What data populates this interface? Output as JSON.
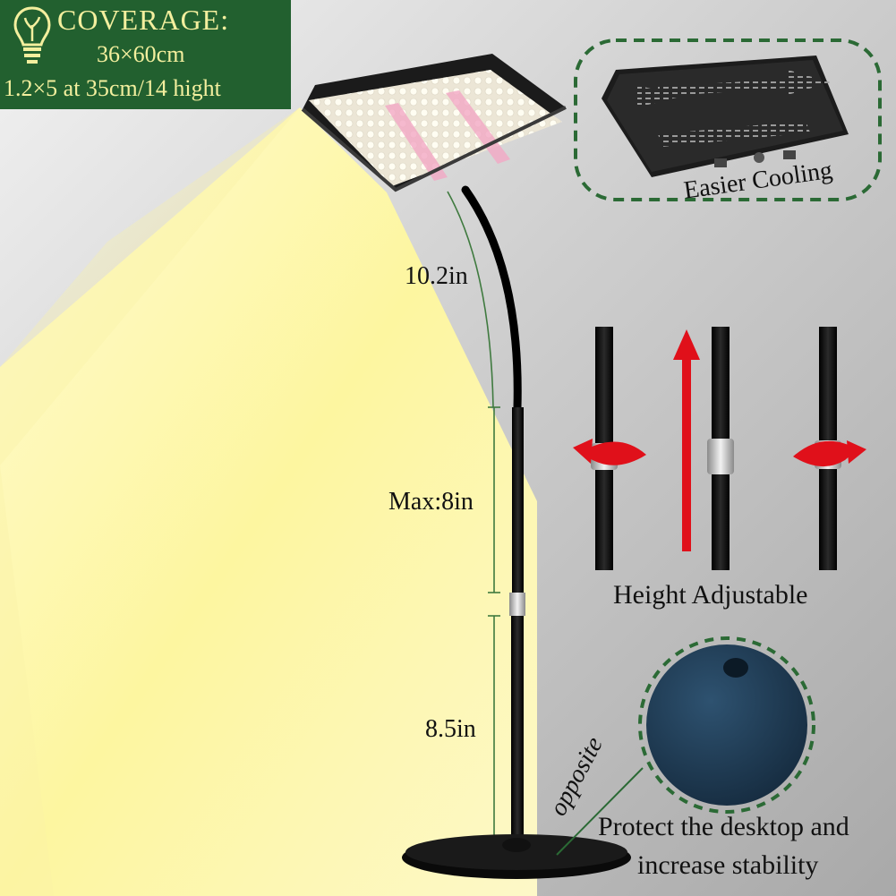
{
  "coverage": {
    "title": "COVERAGE:",
    "size": "36×60cm",
    "height": "1.2×5 at 35cm/14 hight"
  },
  "measurements": {
    "gooseneck": "10.2in",
    "middle_pole": "Max:8in",
    "lower_pole": "8.5in"
  },
  "features": {
    "cooling": "Easier Cooling",
    "height": "Height Adjustable",
    "opposite": "opposite",
    "protect_line1": "Protect the desktop and",
    "protect_line2": "increase stability"
  },
  "icons": {
    "bulb": "lightbulb-icon",
    "arrow_up": "arrow-up-icon",
    "rotate": "rotate-arrow-icon"
  },
  "colors": {
    "banner": "#22602f",
    "banner_text": "#f3ef9e",
    "light_beam": "#fdf7a8",
    "arrow": "#e0101a",
    "dashed_outline": "#2b6a35",
    "dimension_line": "#3f7a3f",
    "base_cap": "#24435e"
  }
}
